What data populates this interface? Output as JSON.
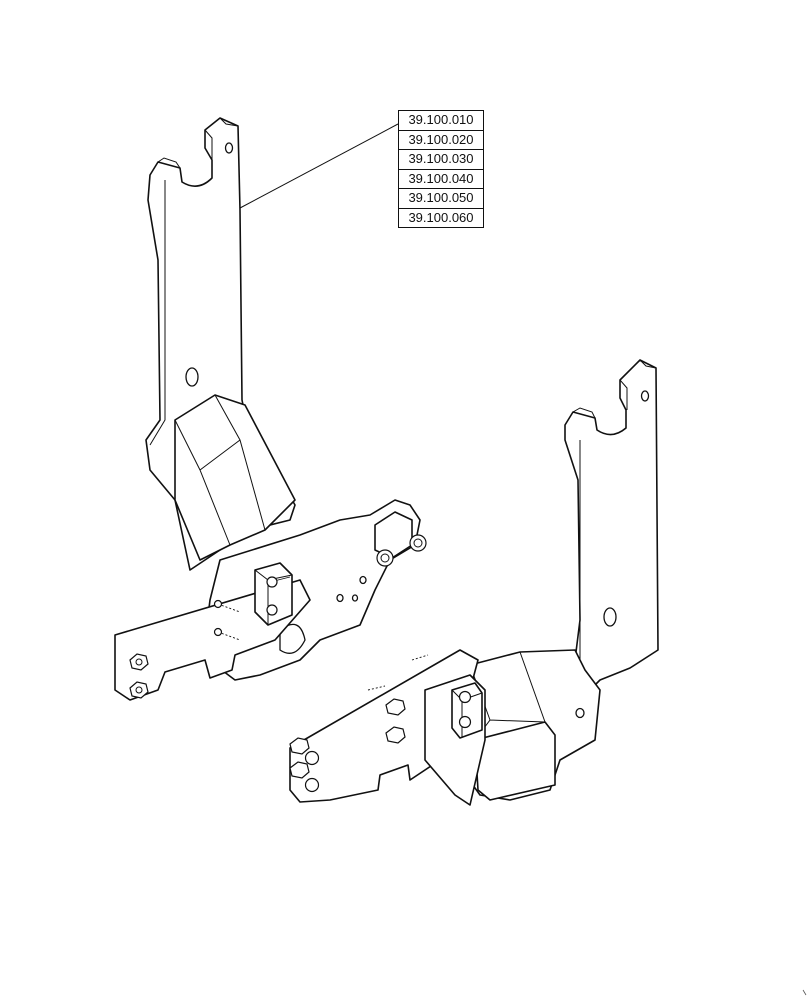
{
  "reference_table": {
    "codes": [
      "39.100.010",
      "39.100.020",
      "39.100.030",
      "39.100.040",
      "39.100.050",
      "39.100.060"
    ]
  },
  "parts": {
    "left_assembly": "mounting-bracket-assembly-left",
    "right_assembly": "mounting-bracket-assembly-right"
  },
  "colors": {
    "line": "#111111",
    "background": "#ffffff"
  }
}
